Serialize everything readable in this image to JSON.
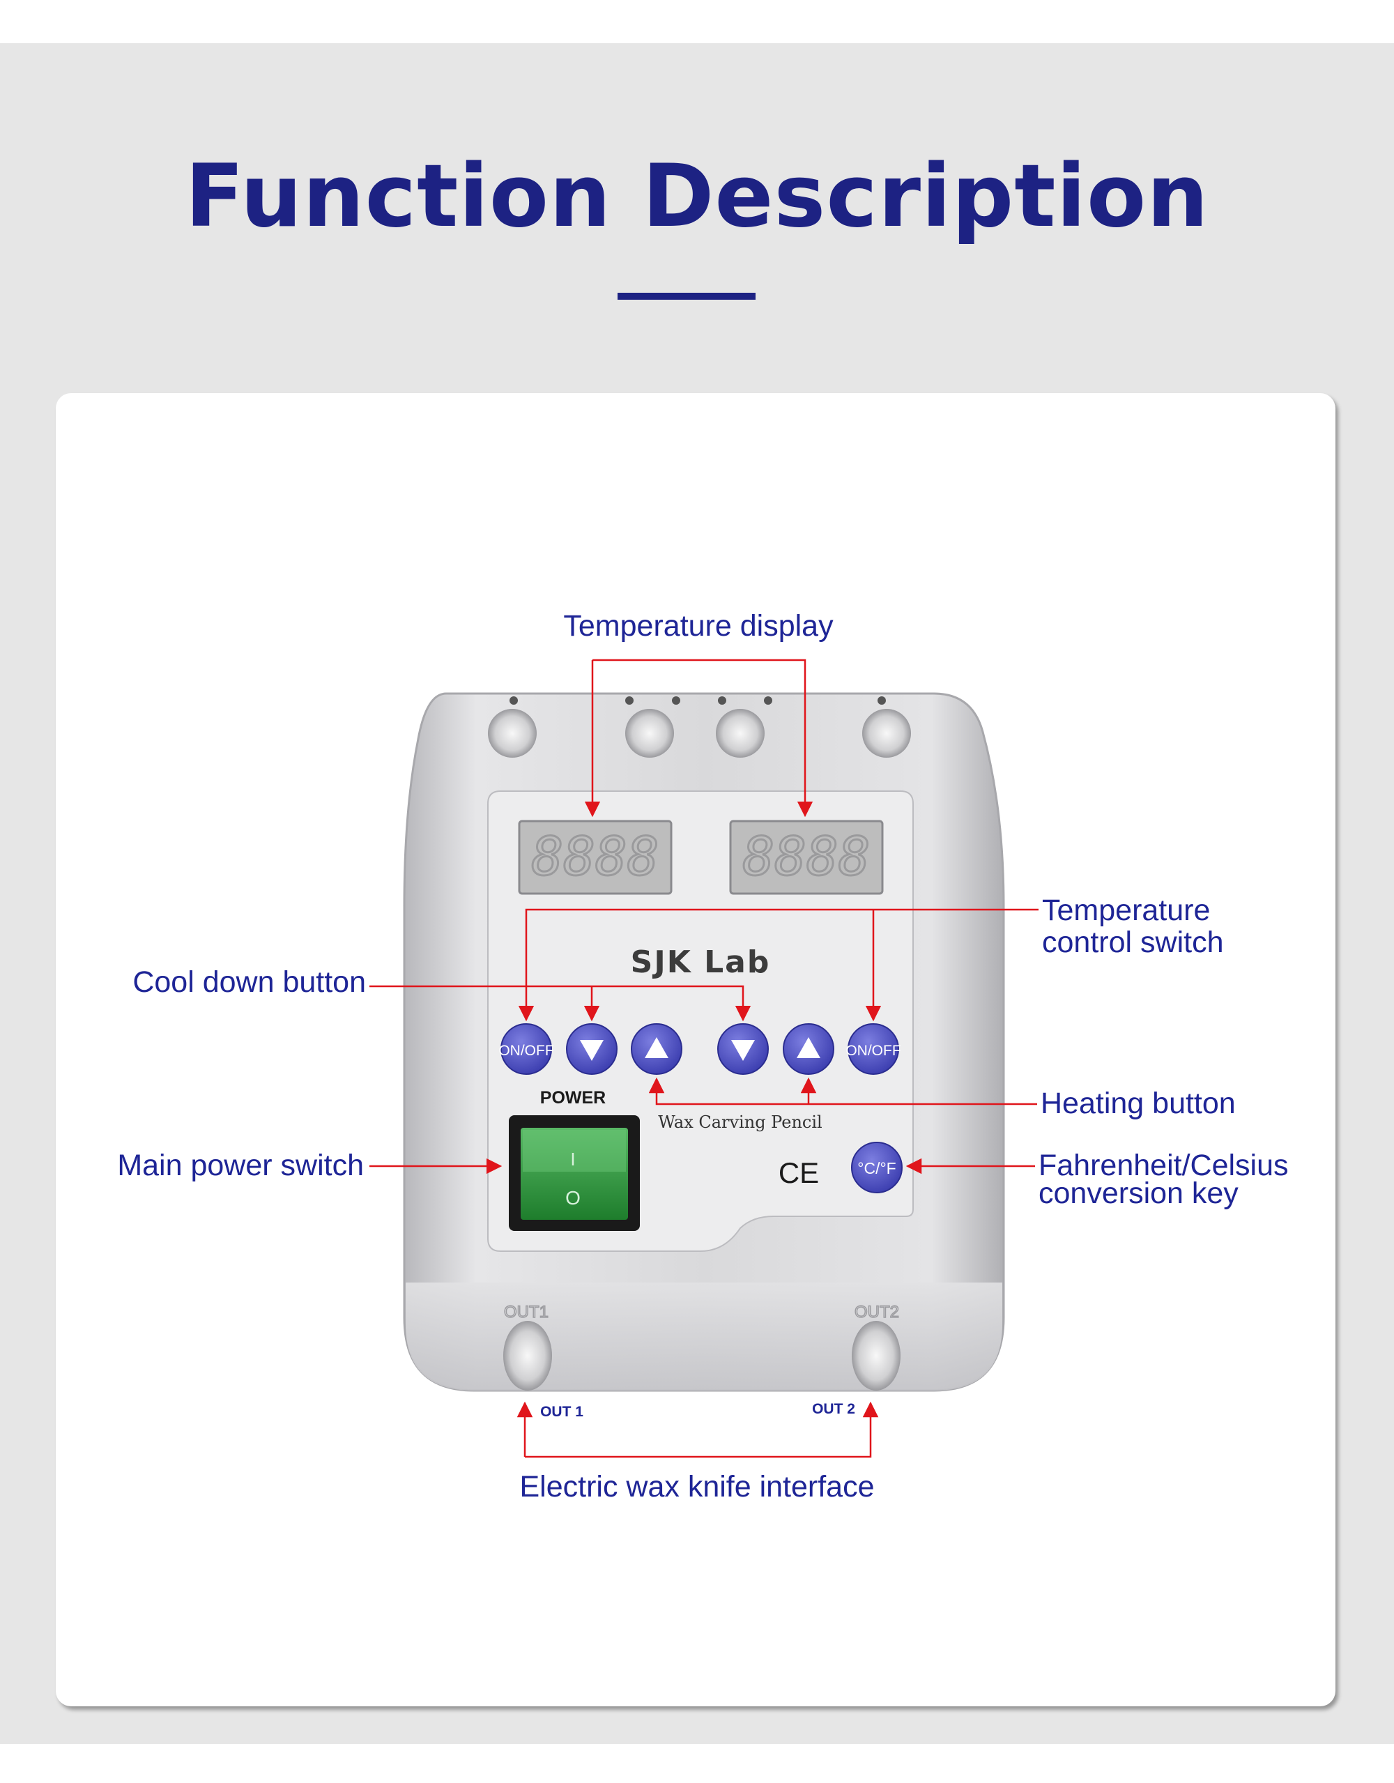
{
  "page": {
    "title": "Function Description"
  },
  "device": {
    "brand": "SJK Lab",
    "power_label": "POWER",
    "model_label": "Wax Carving Pencil",
    "ce_mark": "CE",
    "onoff_label": "ON/OFF",
    "unit_key_label": "°C/°F",
    "switch_on_glyph": "I",
    "switch_off_glyph": "O",
    "display_left": "8888",
    "display_right": "8888",
    "embossed_out1": "OUT1",
    "embossed_out2": "OUT2",
    "out1_label": "OUT 1",
    "out2_label": "OUT 2"
  },
  "callouts": {
    "temperature_display": "Temperature display",
    "temp_control_line1": "Temperature",
    "temp_control_line2": "control switch",
    "cool_down": "Cool down button",
    "heating": "Heating button",
    "main_power": "Main power switch",
    "fc_line1": "Fahrenheit/Celsius",
    "fc_line2": "conversion key",
    "wax_knife": "Electric wax knife interface"
  },
  "colors": {
    "title": "#1d2283",
    "callout_text": "#1e2596",
    "leader_line": "#e0151b",
    "button": "#4d4fc4",
    "switch": "#2f9a3c",
    "display_bg": "#bdbdbd"
  },
  "icons": {
    "down": "triangle-down-icon",
    "up": "triangle-up-icon"
  }
}
